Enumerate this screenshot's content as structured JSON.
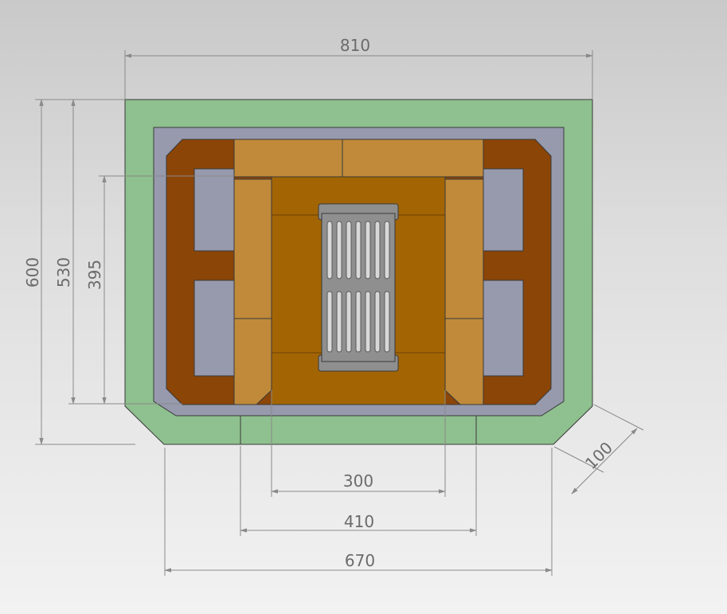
{
  "colors": {
    "background_top": "#c9c9c9",
    "outer_frame": "#8fc08f",
    "inner_frame": "#9799ad",
    "dark_brick": "#8b4507",
    "light_brick": "#c08a3a",
    "floor": "#a36504",
    "grate": "#8f8f8f",
    "dimension": "#8a8a8a"
  },
  "dimensions": {
    "top_width": "810",
    "height_total": "600",
    "height_inner": "530",
    "height_chamber": "395",
    "bottom_300": "300",
    "bottom_410": "410",
    "bottom_670": "670",
    "chamfer": "100"
  }
}
